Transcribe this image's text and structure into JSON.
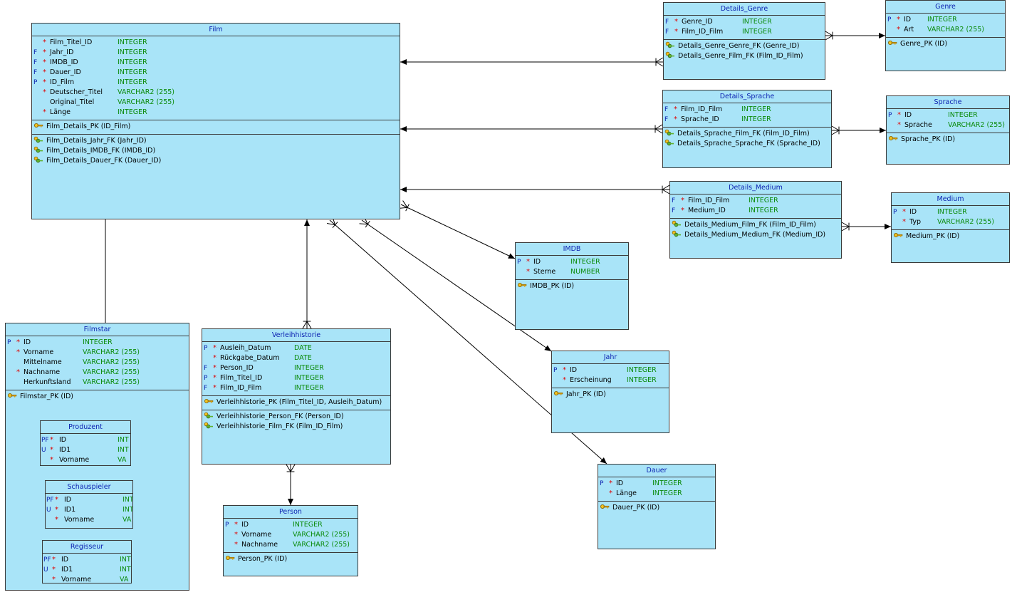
{
  "colors": {
    "entity_fill": "#a9e4f8",
    "header_text": "#0a1fb0",
    "type_text": "#0a8a0a",
    "mandatory_star": "#e00000",
    "line": "#000000"
  },
  "entities": {
    "film": {
      "title": "Film",
      "columns": [
        {
          "flag": "",
          "star": "*",
          "name": "Film_Titel_ID",
          "type": "INTEGER"
        },
        {
          "flag": "F",
          "star": "*",
          "name": "Jahr_ID",
          "type": "INTEGER"
        },
        {
          "flag": "F",
          "star": "*",
          "name": "IMDB_ID",
          "type": "INTEGER"
        },
        {
          "flag": "F",
          "star": "*",
          "name": "Dauer_ID",
          "type": "INTEGER"
        },
        {
          "flag": "P",
          "star": "*",
          "name": "ID_Film",
          "type": "INTEGER"
        },
        {
          "flag": "",
          "star": "*",
          "name": "Deutscher_Titel",
          "type": "VARCHAR2 (255)"
        },
        {
          "flag": "",
          "star": "",
          "name": "Original_Titel",
          "type": "VARCHAR2 (255)"
        },
        {
          "flag": "",
          "star": "*",
          "name": "Länge",
          "type": "INTEGER"
        }
      ],
      "pk": [
        "Film_Details_PK (ID_Film)"
      ],
      "fk": [
        "Film_Details_Jahr_FK (Jahr_ID)",
        "Film_Details_IMDB_FK (IMDB_ID)",
        "Film_Details_Dauer_FK (Dauer_ID)"
      ]
    },
    "details_genre": {
      "title": "Details_Genre",
      "columns": [
        {
          "flag": "F",
          "star": "*",
          "name": "Genre_ID",
          "type": "INTEGER"
        },
        {
          "flag": "F",
          "star": "*",
          "name": "Film_ID_Film",
          "type": "INTEGER"
        }
      ],
      "fk": [
        "Details_Genre_Genre_FK (Genre_ID)",
        "Details_Genre_Film_FK (Film_ID_Film)"
      ]
    },
    "genre": {
      "title": "Genre",
      "columns": [
        {
          "flag": "P",
          "star": "*",
          "name": "ID",
          "type": "INTEGER"
        },
        {
          "flag": "",
          "star": "*",
          "name": "Art",
          "type": "VARCHAR2 (255)"
        }
      ],
      "pk": [
        "Genre_PK (ID)"
      ]
    },
    "details_sprache": {
      "title": "Details_Sprache",
      "columns": [
        {
          "flag": "F",
          "star": "*",
          "name": "Film_ID_Film",
          "type": "INTEGER"
        },
        {
          "flag": "F",
          "star": "*",
          "name": "Sprache_ID",
          "type": "INTEGER"
        }
      ],
      "fk": [
        "Details_Sprache_Film_FK (Film_ID_Film)",
        "Details_Sprache_Sprache_FK (Sprache_ID)"
      ]
    },
    "sprache": {
      "title": "Sprache",
      "columns": [
        {
          "flag": "P",
          "star": "*",
          "name": "ID",
          "type": "INTEGER"
        },
        {
          "flag": "",
          "star": "*",
          "name": "Sprache",
          "type": "VARCHAR2 (255)"
        }
      ],
      "pk": [
        "Sprache_PK (ID)"
      ]
    },
    "details_medium": {
      "title": "Details_Medium",
      "columns": [
        {
          "flag": "F",
          "star": "*",
          "name": "Film_ID_Film",
          "type": "INTEGER"
        },
        {
          "flag": "F",
          "star": "*",
          "name": "Medium_ID",
          "type": "INTEGER"
        }
      ],
      "fk": [
        "Details_Medium_Film_FK (Film_ID_Film)",
        "Details_Medium_Medium_FK (Medium_ID)"
      ]
    },
    "medium": {
      "title": "Medium",
      "columns": [
        {
          "flag": "P",
          "star": "*",
          "name": "ID",
          "type": "INTEGER"
        },
        {
          "flag": "",
          "star": "*",
          "name": "Typ",
          "type": "VARCHAR2 (255)"
        }
      ],
      "pk": [
        "Medium_PK (ID)"
      ]
    },
    "imdb": {
      "title": "IMDB",
      "columns": [
        {
          "flag": "P",
          "star": "*",
          "name": "ID",
          "type": "INTEGER"
        },
        {
          "flag": "",
          "star": "*",
          "name": "Sterne",
          "type": "NUMBER"
        }
      ],
      "pk": [
        "IMDB_PK (ID)"
      ]
    },
    "jahr": {
      "title": "Jahr",
      "columns": [
        {
          "flag": "P",
          "star": "*",
          "name": "ID",
          "type": "INTEGER"
        },
        {
          "flag": "",
          "star": "*",
          "name": "Erscheinung",
          "type": "INTEGER"
        }
      ],
      "pk": [
        "Jahr_PK (ID)"
      ]
    },
    "dauer": {
      "title": "Dauer",
      "columns": [
        {
          "flag": "P",
          "star": "*",
          "name": "ID",
          "type": "INTEGER"
        },
        {
          "flag": "",
          "star": "*",
          "name": "Länge",
          "type": "INTEGER"
        }
      ],
      "pk": [
        "Dauer_PK (ID)"
      ]
    },
    "filmstar": {
      "title": "Filmstar",
      "columns": [
        {
          "flag": "P",
          "star": "*",
          "name": "ID",
          "type": "INTEGER"
        },
        {
          "flag": "",
          "star": "*",
          "name": "Vorname",
          "type": "VARCHAR2 (255)"
        },
        {
          "flag": "",
          "star": "",
          "name": "Mittelname",
          "type": "VARCHAR2 (255)"
        },
        {
          "flag": "",
          "star": "*",
          "name": "Nachname",
          "type": "VARCHAR2 (255)"
        },
        {
          "flag": "",
          "star": "",
          "name": "Herkunftsland",
          "type": "VARCHAR2 (255)"
        }
      ],
      "pk": [
        "Filmstar_PK (ID)"
      ]
    },
    "verleihhistorie": {
      "title": "Verleihhistorie",
      "columns": [
        {
          "flag": "P",
          "star": "*",
          "name": "Ausleih_Datum",
          "type": "DATE"
        },
        {
          "flag": "",
          "star": "*",
          "name": "Rückgabe_Datum",
          "type": "DATE"
        },
        {
          "flag": "F",
          "star": "*",
          "name": "Person_ID",
          "type": "INTEGER"
        },
        {
          "flag": "P",
          "star": "*",
          "name": "Film_Titel_ID",
          "type": "INTEGER"
        },
        {
          "flag": "F",
          "star": "*",
          "name": "Film_ID_Film",
          "type": "INTEGER"
        }
      ],
      "pk": [
        "Verleihhistorie_PK (Film_Titel_ID, Ausleih_Datum)"
      ],
      "fk": [
        "Verleihhistorie_Person_FK (Person_ID)",
        "Verleihhistorie_Film_FK (Film_ID_Film)"
      ]
    },
    "person": {
      "title": "Person",
      "columns": [
        {
          "flag": "P",
          "star": "*",
          "name": "ID",
          "type": "INTEGER"
        },
        {
          "flag": "",
          "star": "*",
          "name": "Vorname",
          "type": "VARCHAR2 (255)"
        },
        {
          "flag": "",
          "star": "*",
          "name": "Nachname",
          "type": "VARCHAR2 (255)"
        }
      ],
      "pk": [
        "Person_PK (ID)"
      ]
    },
    "produzent": {
      "title": "Produzent",
      "columns": [
        {
          "flag": "PF",
          "star": "*",
          "name": "ID",
          "type": "INT"
        },
        {
          "flag": "U",
          "star": "*",
          "name": "ID1",
          "type": "INT"
        },
        {
          "flag": "",
          "star": "*",
          "name": "Vorname",
          "type": "VA"
        }
      ]
    },
    "schauspieler": {
      "title": "Schauspieler",
      "columns": [
        {
          "flag": "PF",
          "star": "*",
          "name": "ID",
          "type": "INT"
        },
        {
          "flag": "U",
          "star": "*",
          "name": "ID1",
          "type": "INT"
        },
        {
          "flag": "",
          "star": "*",
          "name": "Vorname",
          "type": "VA"
        }
      ]
    },
    "regisseur": {
      "title": "Regisseur",
      "columns": [
        {
          "flag": "PF",
          "star": "*",
          "name": "ID",
          "type": "INT"
        },
        {
          "flag": "U",
          "star": "*",
          "name": "ID1",
          "type": "INT"
        },
        {
          "flag": "",
          "star": "*",
          "name": "Vorname",
          "type": "VA"
        }
      ]
    }
  }
}
